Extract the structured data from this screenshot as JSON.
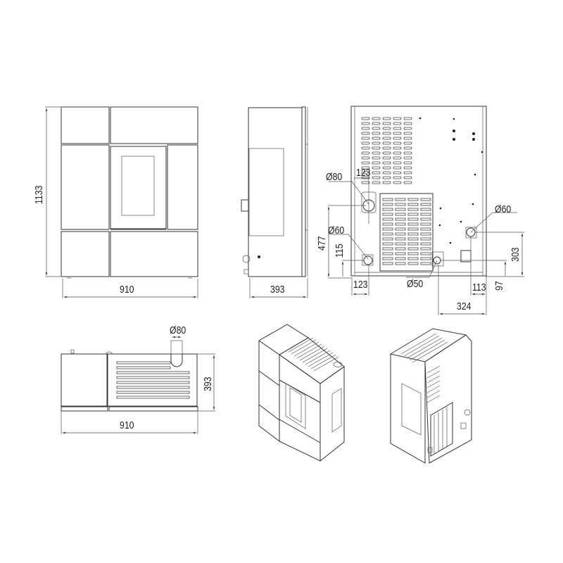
{
  "drawing": {
    "subject": "Pellet stove technical dimension drawing",
    "units": "mm",
    "views": [
      {
        "name": "front-view",
        "dimensions": {
          "height": "1133",
          "width": "910"
        }
      },
      {
        "name": "side-view",
        "dimensions": {
          "depth": "393"
        }
      },
      {
        "name": "rear-view",
        "dimensions": {
          "flue_outlet": "Ø80",
          "flue_offset_x": "123",
          "flue_height": "477",
          "air_inlet_left": "Ø60",
          "air_inlet_left_height": "115",
          "air_inlet_left_offset_x": "123",
          "drain": "Ø50",
          "air_inlet_right": "Ø60",
          "air_inlet_right_height": "303",
          "air_inlet_right_offset_x": "113",
          "drain_height": "97",
          "drain_offset_x": "324"
        }
      },
      {
        "name": "top-view",
        "dimensions": {
          "flue_outlet": "Ø80",
          "depth": "393",
          "width": "910"
        }
      },
      {
        "name": "isometric-front-view"
      },
      {
        "name": "isometric-rear-view"
      }
    ]
  },
  "labels": {
    "front_height": "1133",
    "front_width": "910",
    "side_depth": "393",
    "rear_d80": "Ø80",
    "rear_123_top": "123",
    "rear_477": "477",
    "rear_d60_left": "Ø60",
    "rear_115": "115",
    "rear_123_bottom": "123",
    "rear_d50": "Ø50",
    "rear_d60_right": "Ø60",
    "rear_303": "303",
    "rear_113": "113",
    "rear_97": "97",
    "rear_324": "324",
    "top_d80": "Ø80",
    "top_393": "393",
    "top_910": "910"
  }
}
